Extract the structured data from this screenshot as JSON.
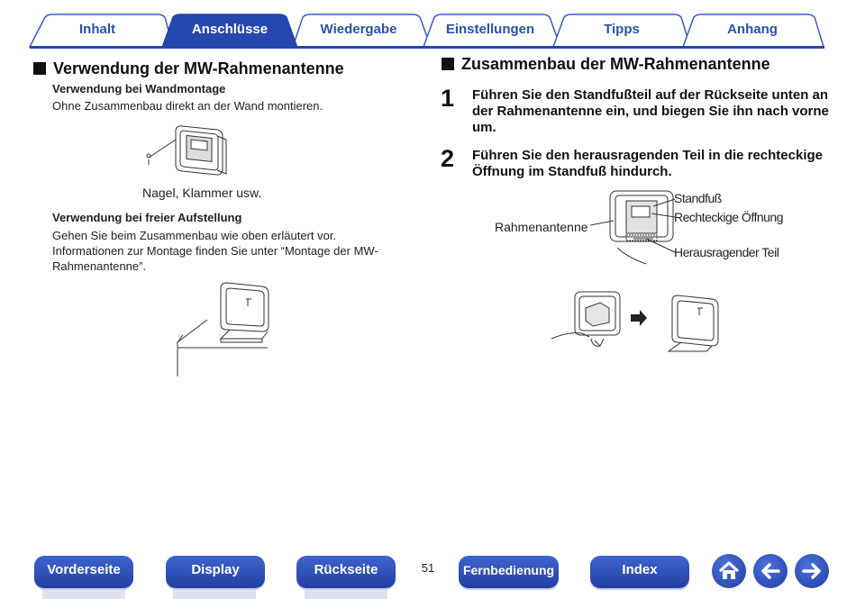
{
  "tabs": [
    {
      "label": "Inhalt",
      "active": false
    },
    {
      "label": "Anschlüsse",
      "active": true
    },
    {
      "label": "Wiedergabe",
      "active": false
    },
    {
      "label": "Einstellungen",
      "active": false
    },
    {
      "label": "Tipps",
      "active": false
    },
    {
      "label": "Anhang",
      "active": false
    }
  ],
  "left": {
    "heading": "Verwendung der MW-Rahmenantenne",
    "wall": {
      "subheading": "Verwendung bei Wandmontage",
      "text": "Ohne Zusammenbau direkt an der Wand montieren.",
      "caption": "Nagel, Klammer usw."
    },
    "free": {
      "subheading": "Verwendung bei freier Aufstellung",
      "line1": "Gehen Sie beim Zusammenbau wie oben erläutert vor.",
      "line2": "Informationen zur Montage finden Sie unter “Montage der MW-",
      "line3": "Rahmenantenne”."
    }
  },
  "right": {
    "heading": "Zusammenbau der MW-Rahmenantenne",
    "steps": [
      {
        "num": "1",
        "lines": [
          "Führen Sie den Standfußteil auf der Rückseite unten an",
          "der Rahmenantenne ein, und biegen Sie ihn nach vorne",
          "um."
        ]
      },
      {
        "num": "2",
        "lines": [
          "Führen Sie den herausragenden Teil in die rechteckige",
          "Öffnung im Standfuß hindurch."
        ]
      }
    ],
    "callouts": {
      "antenna": "Rahmenantenne",
      "stand": "Standfuß",
      "opening": "Rechteckige Öffnung",
      "protrusion": "Herausragender Teil"
    }
  },
  "footer": {
    "buttons": [
      "Vorderseite",
      "Display",
      "Rückseite",
      "Fernbedienung",
      "Index"
    ],
    "page_number": "51",
    "icons": [
      "home-icon",
      "back-arrow-icon",
      "forward-arrow-icon"
    ]
  },
  "colors": {
    "accent": "#2a4fb5",
    "tab_active": "#2647ad",
    "tab_text": "#2a52a8"
  }
}
